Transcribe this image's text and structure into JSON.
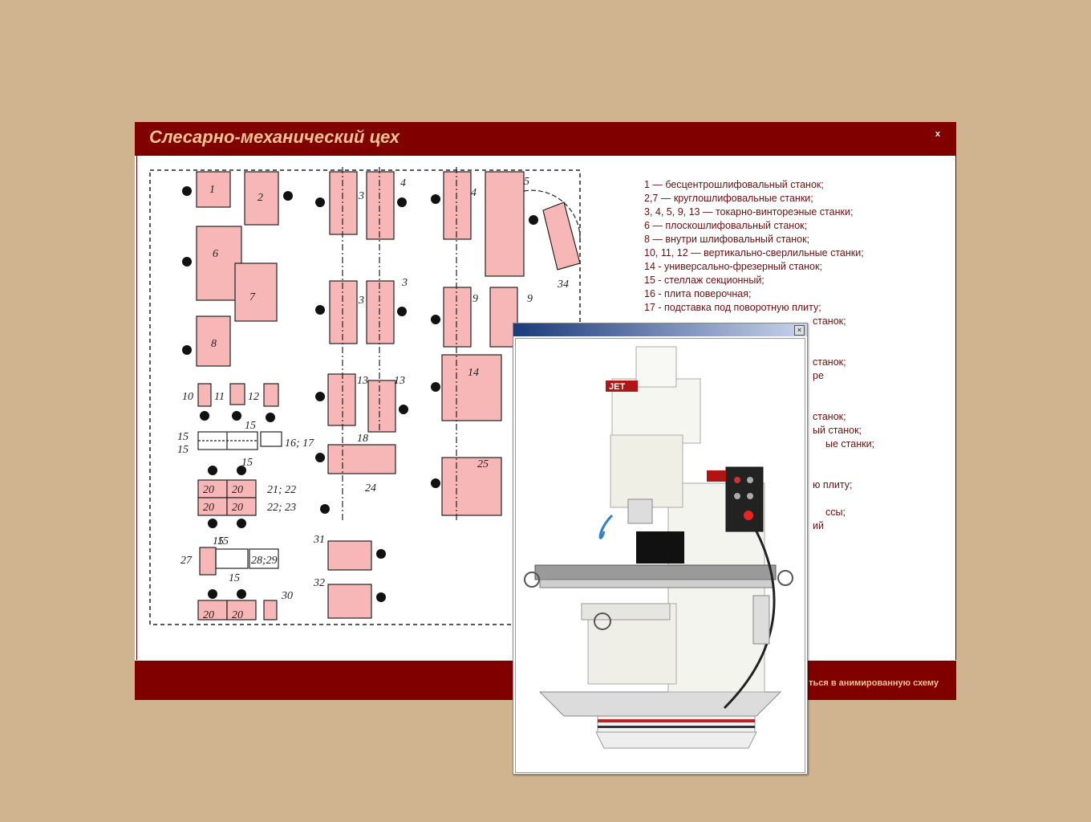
{
  "window": {
    "title": "Слесарно-механический цех",
    "close_label": "x",
    "footer_link": "ться в анимированную схему"
  },
  "legend": [
    "1 — бесцентрошлифовальный станок;",
    "2,7 — круглошлифовальные станки;",
    "3, 4, 5, 9, 13 — токарно-винтореэные станки;",
    "6 — плоскошлифовальный станок;",
    "8 — внутри шлифовальный станок;",
    "10, 11, 12 — вертикально-сверлильные станки;",
    "14 - универсально-фрезерный станок;",
    "15 - стеллаж секционный;",
    "16 - плита поверочная;",
    "17 - подставка под поворотную плиту;",
    "станок;",
    "станок;",
    "ре",
    "станок;",
    "ый станок;",
    "ые станки;",
    "ю плиту;",
    "ссы;",
    "ий"
  ],
  "plan": {
    "labels": [
      "1",
      "2",
      "3",
      "4",
      "4",
      "5",
      "6",
      "7",
      "8",
      "3",
      "3",
      "9",
      "9",
      "10",
      "11",
      "12",
      "13",
      "13",
      "14",
      "15",
      "15",
      "15",
      "15",
      "15",
      "16; 17",
      "18",
      "20",
      "20",
      "20",
      "20",
      "21; 22",
      "22; 23",
      "24",
      "25",
      "27",
      "15",
      "15",
      "28;29",
      "20",
      "20",
      "30",
      "31",
      "32",
      "34"
    ]
  },
  "popup": {
    "close_label": "×",
    "brand": "JET",
    "image_alt": "milling machine"
  },
  "colors": {
    "background": "#d0b38f",
    "titlebar": "#800000",
    "title_text": "#f6c48f",
    "legend_text": "#6b0f0f",
    "machine_fill": "#f7b7b7"
  }
}
